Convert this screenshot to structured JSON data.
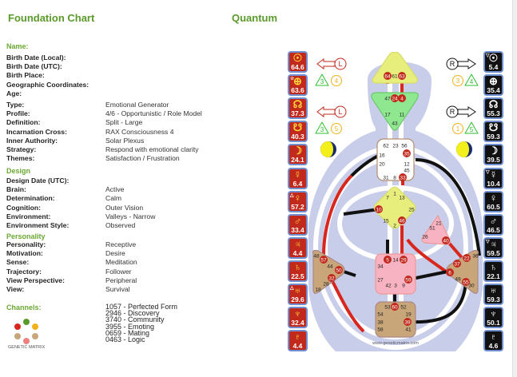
{
  "header": {
    "left_title": "Foundation Chart",
    "right_title": "Quantum"
  },
  "name_section": {
    "heading": "Name:",
    "rows": [
      {
        "label": "Birth Date (Local):",
        "value": ""
      },
      {
        "label": "Birth Date (UTC):",
        "value": ""
      },
      {
        "label": "Birth Place:",
        "value": ""
      },
      {
        "label": "Geographic Coordinates:",
        "value": ""
      },
      {
        "label": "Age:",
        "value": ""
      }
    ]
  },
  "summary": {
    "rows": [
      {
        "label": "Type:",
        "value": "Emotional Generator"
      },
      {
        "label": "Profile:",
        "value": "4/6 - Opportunistic / Role Model"
      },
      {
        "label": "Definition:",
        "value": "Split - Large"
      },
      {
        "label": "Incarnation Cross:",
        "value": "RAX Consciousness 4"
      },
      {
        "label": "Inner Authority:",
        "value": "Solar Plexus"
      },
      {
        "label": "Strategy:",
        "value": "Respond with emotional clarity"
      },
      {
        "label": "Themes:",
        "value": "Satisfaction / Frustration"
      }
    ]
  },
  "design": {
    "heading": "Design",
    "rows": [
      {
        "label": "Design Date (UTC):",
        "value": ""
      },
      {
        "label": "Brain:",
        "value": "Active"
      },
      {
        "label": "Determination:",
        "value": "Calm"
      },
      {
        "label": "Cognition:",
        "value": "Outer Vision"
      },
      {
        "label": "Environment:",
        "value": "Valleys - Narrow"
      },
      {
        "label": "Environment Style:",
        "value": "Observed"
      }
    ]
  },
  "personality": {
    "heading": "Personality",
    "rows": [
      {
        "label": "Personality:",
        "value": "Receptive"
      },
      {
        "label": "Motivation:",
        "value": "Desire"
      },
      {
        "label": "Sense:",
        "value": "Meditation"
      },
      {
        "label": "Trajectory:",
        "value": "Follower"
      },
      {
        "label": "View Perspective:",
        "value": "Peripheral"
      },
      {
        "label": "View:",
        "value": "Survival"
      }
    ]
  },
  "channels": {
    "heading": "Channels:",
    "items": [
      "1057 - Perfected Form",
      "2946 - Discovery",
      "3740 - Community",
      "3955 - Emoting",
      "0659 - Mating",
      "0463 - Logic"
    ]
  },
  "logo": {
    "text": "GENETIC MATRIX"
  },
  "design_planets": [
    {
      "symbol": "☉",
      "value": "64.6",
      "marker": ""
    },
    {
      "symbol": "⊕",
      "value": "63.6",
      "marker": "☆"
    },
    {
      "symbol": "☊",
      "value": "37.3",
      "marker": ""
    },
    {
      "symbol": "☋",
      "value": "40.3",
      "marker": ""
    },
    {
      "symbol": "☽",
      "value": "24.1",
      "marker": ""
    },
    {
      "symbol": "☿",
      "value": "6.4",
      "marker": ""
    },
    {
      "symbol": "♀",
      "value": "57.2",
      "marker": "△"
    },
    {
      "symbol": "♂",
      "value": "33.4",
      "marker": ""
    },
    {
      "symbol": "♃",
      "value": "4.4",
      "marker": ""
    },
    {
      "symbol": "♄",
      "value": "22.5",
      "marker": ""
    },
    {
      "symbol": "♅",
      "value": "29.6",
      "marker": "△"
    },
    {
      "symbol": "♆",
      "value": "32.4",
      "marker": ""
    },
    {
      "symbol": "♇",
      "value": "4.4",
      "marker": ""
    }
  ],
  "personality_planets": [
    {
      "symbol": "☉",
      "value": "5.4",
      "marker": "▽"
    },
    {
      "symbol": "⊕",
      "value": "35.4",
      "marker": ""
    },
    {
      "symbol": "☊",
      "value": "55.3",
      "marker": ""
    },
    {
      "symbol": "☋",
      "value": "59.3",
      "marker": ""
    },
    {
      "symbol": "☽",
      "value": "39.5",
      "marker": ""
    },
    {
      "symbol": "☿",
      "value": "10.4",
      "marker": "▽"
    },
    {
      "symbol": "♀",
      "value": "60.5",
      "marker": ""
    },
    {
      "symbol": "♂",
      "value": "46.5",
      "marker": ""
    },
    {
      "symbol": "♃",
      "value": "59.5",
      "marker": "▽"
    },
    {
      "symbol": "♄",
      "value": "22.1",
      "marker": ""
    },
    {
      "symbol": "♅",
      "value": "59.3",
      "marker": ""
    },
    {
      "symbol": "♆",
      "value": "50.1",
      "marker": ""
    },
    {
      "symbol": "♇",
      "value": "4.6",
      "marker": ""
    }
  ],
  "variables": {
    "left": [
      {
        "arrow": "L",
        "tri": "3",
        "circ": "4"
      },
      {
        "arrow": "L",
        "tri": "3",
        "circ": "5"
      }
    ],
    "right": [
      {
        "arrow": "R",
        "circ": "3",
        "tri": "4"
      },
      {
        "arrow": "R",
        "circ": "1",
        "tri": "5"
      }
    ]
  },
  "gates": [
    [
      "64",
      1
    ],
    [
      "61",
      0
    ],
    [
      "63",
      1
    ],
    [
      "47",
      0
    ],
    [
      "24",
      1
    ],
    [
      "4",
      1
    ],
    [
      "17",
      0
    ],
    [
      "11",
      0
    ],
    [
      "43",
      0
    ],
    [
      "62",
      0
    ],
    [
      "23",
      0
    ],
    [
      "56",
      0
    ],
    [
      "16",
      0
    ],
    [
      "35",
      1
    ],
    [
      "20",
      0
    ],
    [
      "12",
      0
    ],
    [
      "45",
      0
    ],
    [
      "31",
      0
    ],
    [
      "8",
      0
    ],
    [
      "33",
      1
    ],
    [
      "1",
      0
    ],
    [
      "7",
      0
    ],
    [
      "13",
      0
    ],
    [
      "10",
      1
    ],
    [
      "25",
      0
    ],
    [
      "15",
      0
    ],
    [
      "46",
      1
    ],
    [
      "2",
      0
    ],
    [
      "21",
      0
    ],
    [
      "51",
      0
    ],
    [
      "26",
      0
    ],
    [
      "40",
      1
    ],
    [
      "5",
      1
    ],
    [
      "14",
      0
    ],
    [
      "29",
      1
    ],
    [
      "34",
      0
    ],
    [
      "27",
      0
    ],
    [
      "59",
      1
    ],
    [
      "42",
      0
    ],
    [
      "3",
      0
    ],
    [
      "9",
      0
    ],
    [
      "53",
      0
    ],
    [
      "60",
      1
    ],
    [
      "52",
      0
    ],
    [
      "54",
      0
    ],
    [
      "19",
      0
    ],
    [
      "38",
      0
    ],
    [
      "39",
      1
    ],
    [
      "58",
      0
    ],
    [
      "41",
      0
    ],
    [
      "48",
      0
    ],
    [
      "57",
      1
    ],
    [
      "44",
      0
    ],
    [
      "50",
      1
    ],
    [
      "32",
      1
    ],
    [
      "28",
      0
    ],
    [
      "18",
      0
    ],
    [
      "36",
      0
    ],
    [
      "22",
      1
    ],
    [
      "37",
      1
    ],
    [
      "6",
      1
    ],
    [
      "49",
      0
    ],
    [
      "55",
      1
    ],
    [
      "30",
      0
    ]
  ],
  "website": "www.geneticmatrix.com",
  "colors": {
    "accent": "#5a9a2a",
    "gate_active": "#c1291c",
    "design": "#c1291c",
    "personality": "#111111"
  }
}
